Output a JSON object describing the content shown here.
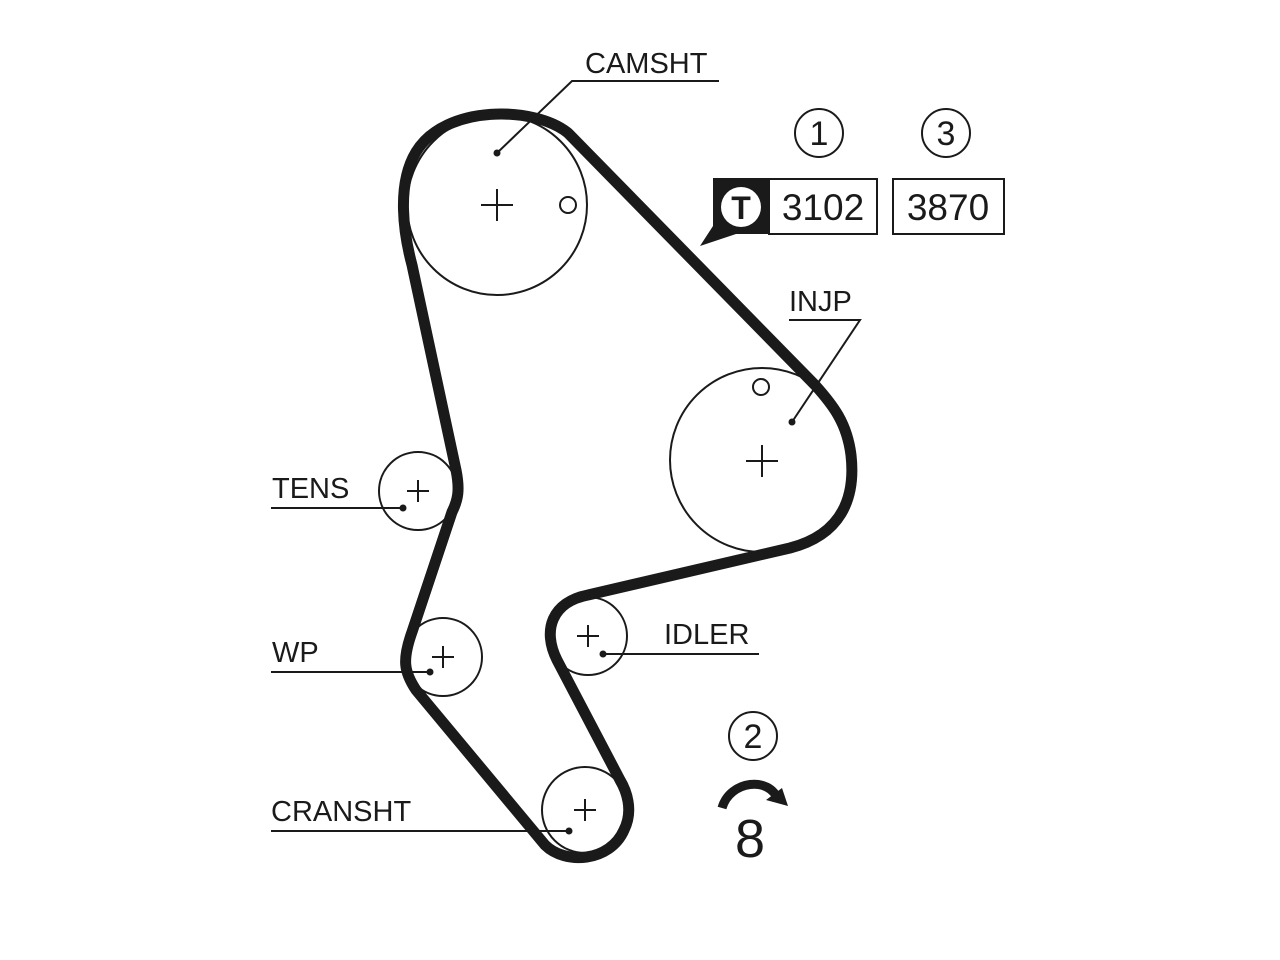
{
  "labels": {
    "camshaft": "CAMSHT",
    "injection_pump": "INJP",
    "tensioner": "TENS",
    "water_pump": "WP",
    "idler": "IDLER",
    "crankshaft": "CRANSHT"
  },
  "part_numbers": {
    "circle_1": "1",
    "circle_3": "3",
    "belt_code": "3102",
    "kit_code": "3870",
    "brand_mark": "T"
  },
  "rotation": {
    "circle_2": "2",
    "value": "8"
  },
  "colors": {
    "ink": "#1a1a1a",
    "background": "#ffffff"
  },
  "icons": {
    "brand": "t-circle-icon",
    "rotation": "curved-arrow-icon"
  }
}
